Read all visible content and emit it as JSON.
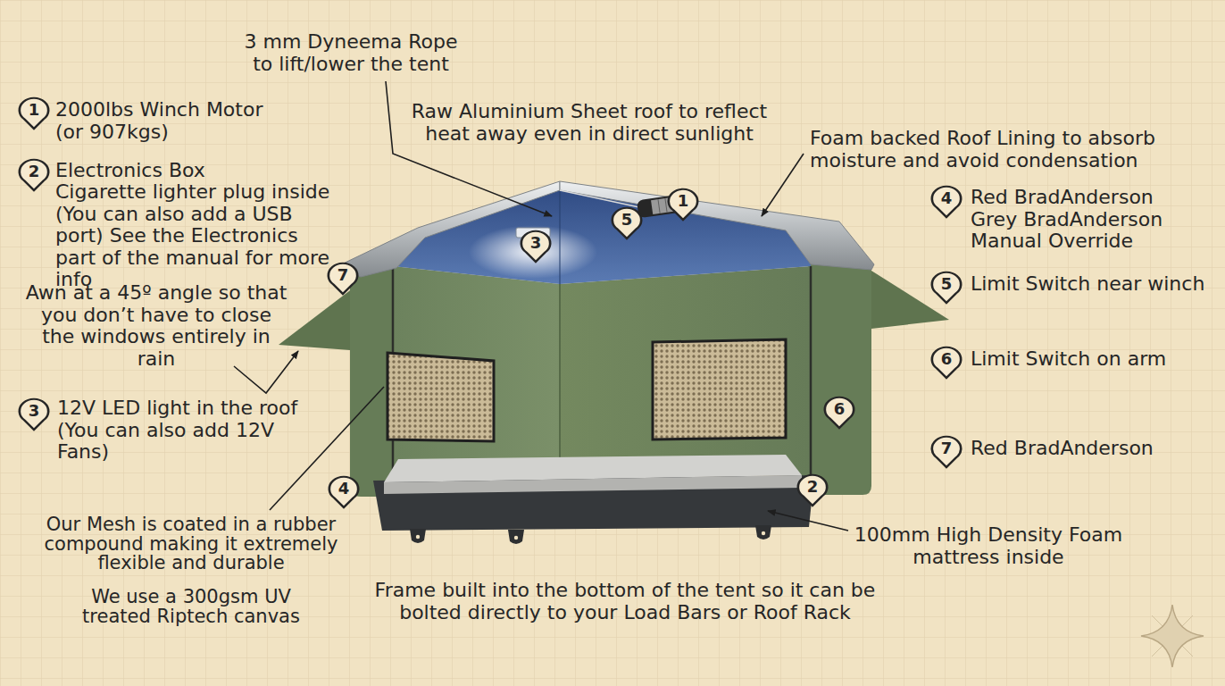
{
  "diagram": {
    "nodes": [
      {
        "text": [
          "1"
        ]
      },
      {
        "text": [
          "2"
        ]
      },
      {
        "text": [
          "4"
        ]
      },
      {
        "text": [
          "1"
        ]
      },
      {
        "text": [
          "5"
        ]
      },
      {
        "text": [
          "3"
        ]
      },
      {
        "text": [
          "7"
        ]
      },
      {
        "text": [
          "5"
        ]
      },
      {
        "text": [
          "6"
        ]
      },
      {
        "text": [
          "6"
        ]
      },
      {
        "text": [
          "3"
        ]
      },
      {
        "text": [
          "7"
        ]
      },
      {
        "text": [
          "2"
        ]
      },
      {
        "text": [
          "4"
        ]
      }
    ],
    "labels": [
      "3 mm Dyneema Rope to lift/lower the tent",
      "2000lbs Winch Motor (or 907kgs)",
      "Raw Aluminium Sheet roof to reflect heat away even in direct sunlight",
      "Foam backed Roof Lining to absorb moisture and avoid condensation",
      "Electronics Box",
      "Cigarette lighter plug inside (You can also add a USB port) See the Electronics part of the manual for more info",
      "Red BradAnderson",
      "Grey BradAnderson",
      "Manual Override",
      "Limit Switch near winch",
      "Awn at a 45º angle so that you don’t have to close the windows entirely in rain",
      "Limit Switch on arm",
      "12V LED light in the roof (You can also add 12V Fans)",
      "Red BradAnderson",
      "Our Mesh is coated in a rubber compound making it extremely flexible and durable",
      "100mm High Density Foam mattress inside",
      "Frame built into the bottom of the tent so it can be bolted directly to your Load Bars or Roof Rack",
      "We use a 300gsm UV treated Riptech canvas"
    ]
  }
}
